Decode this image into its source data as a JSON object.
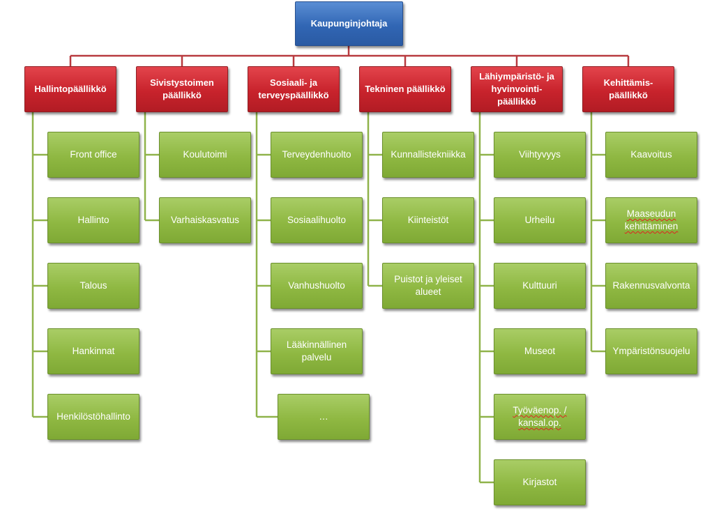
{
  "org_chart": {
    "root": {
      "label": "Kaupunginjohtaja"
    },
    "departments": [
      {
        "label": "Hallintopäällikkö",
        "units": [
          {
            "label": "Front office"
          },
          {
            "label": "Hallinto"
          },
          {
            "label": "Talous"
          },
          {
            "label": "Hankinnat"
          },
          {
            "label": "Henkilöstöhallinto"
          }
        ]
      },
      {
        "label": "Sivistystoimen päällikkö",
        "units": [
          {
            "label": "Koulutoimi"
          },
          {
            "label": "Varhaiskasvatus"
          }
        ]
      },
      {
        "label": "Sosiaali- ja terveyspäällikkö",
        "units": [
          {
            "label": "Terveydenhuolto"
          },
          {
            "label": "Sosiaalihuolto"
          },
          {
            "label": "Vanhushuolto"
          },
          {
            "label": "Lääkinnällinen palvelu"
          },
          {
            "label": "…"
          }
        ]
      },
      {
        "label": "Tekninen päällikkö",
        "units": [
          {
            "label": "Kunnallistekniikka"
          },
          {
            "label": "Kiinteistöt"
          },
          {
            "label": "Puistot ja yleiset alueet"
          }
        ]
      },
      {
        "label": "Lähiympäristö- ja hyvinvointi-päällikkö",
        "units": [
          {
            "label": "Viihtyvyys"
          },
          {
            "label": "Urheilu"
          },
          {
            "label": "Kulttuuri"
          },
          {
            "label": "Museot"
          },
          {
            "label": "Työväenop. / kansal.op.",
            "spellcheck": true
          },
          {
            "label": "Kirjastot"
          }
        ]
      },
      {
        "label": "Kehittämis-päällikkö",
        "units": [
          {
            "label": "Kaavoitus"
          },
          {
            "label": "Maaseudun kehittäminen",
            "spellcheck": true
          },
          {
            "label": "Rakennusvalvonta"
          },
          {
            "label": "Ympäristönsuojelu"
          }
        ]
      }
    ]
  },
  "colors": {
    "root": "#3166b4",
    "department": "#c8232c",
    "unit": "#8fb842",
    "connector_top": "#b83a3f",
    "connector_branch": "#8fb34a"
  }
}
